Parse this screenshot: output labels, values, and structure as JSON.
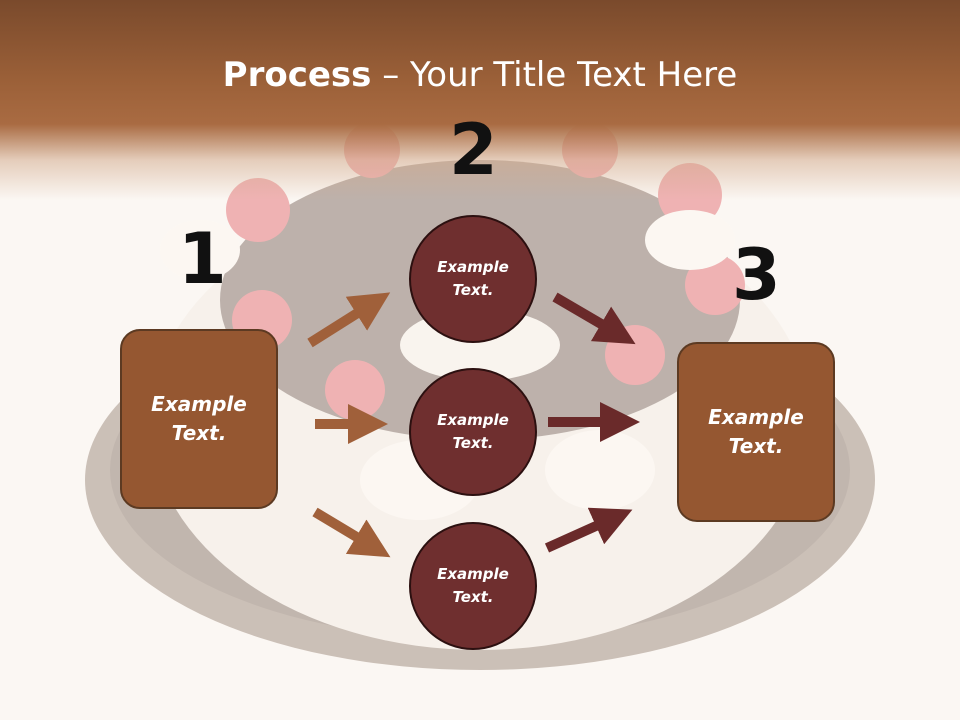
{
  "title": {
    "bold": "Process",
    "dash": " – ",
    "rest": "Your Title Text Here"
  },
  "steps": [
    {
      "number": "1",
      "box_text": "Example\nText."
    },
    {
      "number": "2"
    },
    {
      "number": "3",
      "box_text": "Example\nText."
    }
  ],
  "circles": [
    {
      "text": "Example\nText."
    },
    {
      "text": "Example\nText."
    },
    {
      "text": "Example\nText."
    }
  ],
  "colors": {
    "header_brown": "#9b6038",
    "box_fill": "#955731",
    "circle_fill": "#6f2f2f",
    "arrow_light": "#a0603a",
    "arrow_dark": "#6a2a2a",
    "number_color": "#111111"
  }
}
